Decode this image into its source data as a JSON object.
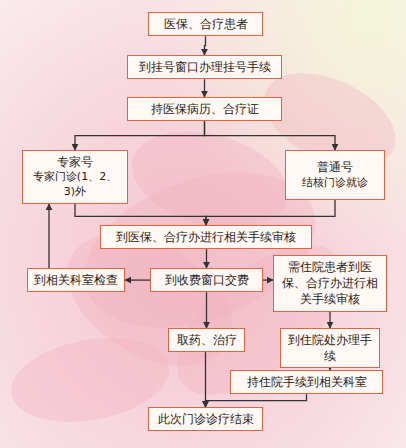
{
  "diagram": {
    "nodes": [
      {
        "text": [
          "医保、合疗患者"
        ]
      },
      {
        "text": [
          "到挂号窗口办理挂号手续"
        ]
      },
      {
        "text": [
          "持医保病历、合疗证"
        ]
      },
      {
        "text": [
          "专家号",
          "专家门诊(1、2、3)外"
        ]
      },
      {
        "text": [
          "普通号",
          "结核门诊就诊"
        ]
      },
      {
        "text": [
          "到医保、合疗办进行相关手续审核"
        ]
      },
      {
        "text": [
          "到相关科室检查"
        ]
      },
      {
        "text": [
          "到收费窗口交费"
        ]
      },
      {
        "text": [
          "需住院患者到医保、合疗办进行相关手续审核"
        ]
      },
      {
        "text": [
          "取药、治疗"
        ]
      },
      {
        "text": [
          "到住院处办理手续"
        ]
      },
      {
        "text": [
          "持住院手续到相关科室"
        ]
      },
      {
        "text": [
          "此次门诊诊疗结束"
        ]
      }
    ],
    "edges": [
      {
        "from": 0,
        "to": 1,
        "arrow": "to"
      },
      {
        "from": 1,
        "to": 2,
        "arrow": "to"
      },
      {
        "from": 2,
        "to": 3,
        "arrow": "to"
      },
      {
        "from": 2,
        "to": 4,
        "arrow": "to"
      },
      {
        "from": 3,
        "to": 5,
        "arrow": "to"
      },
      {
        "from": 4,
        "to": 5,
        "arrow": "to"
      },
      {
        "from": 5,
        "to": 7,
        "arrow": "to"
      },
      {
        "from": 7,
        "to": 6,
        "arrow": "to"
      },
      {
        "from": 6,
        "to": 3,
        "arrow": "to"
      },
      {
        "from": 7,
        "to": 8,
        "arrow": "to"
      },
      {
        "from": 7,
        "to": 9,
        "arrow": "to"
      },
      {
        "from": 8,
        "to": 10,
        "arrow": "to"
      },
      {
        "from": 10,
        "to": 11,
        "arrow": "to"
      },
      {
        "from": 9,
        "to": 12,
        "arrow": "to"
      },
      {
        "from": 11,
        "to": 12,
        "arrow": "to"
      }
    ]
  }
}
